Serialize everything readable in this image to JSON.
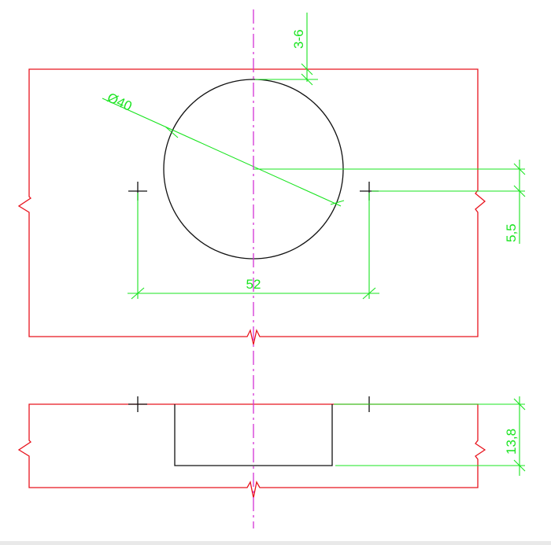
{
  "dimensions": {
    "cup_diameter": "Ø40",
    "edge_distance": "3-6",
    "screw_spacing": "52",
    "screw_offset": "5,5",
    "cup_depth": "13,8"
  },
  "colors": {
    "outline": "#e8141e",
    "part": "#111111",
    "dimension": "#19e41f",
    "centerline": "#d433d6"
  }
}
